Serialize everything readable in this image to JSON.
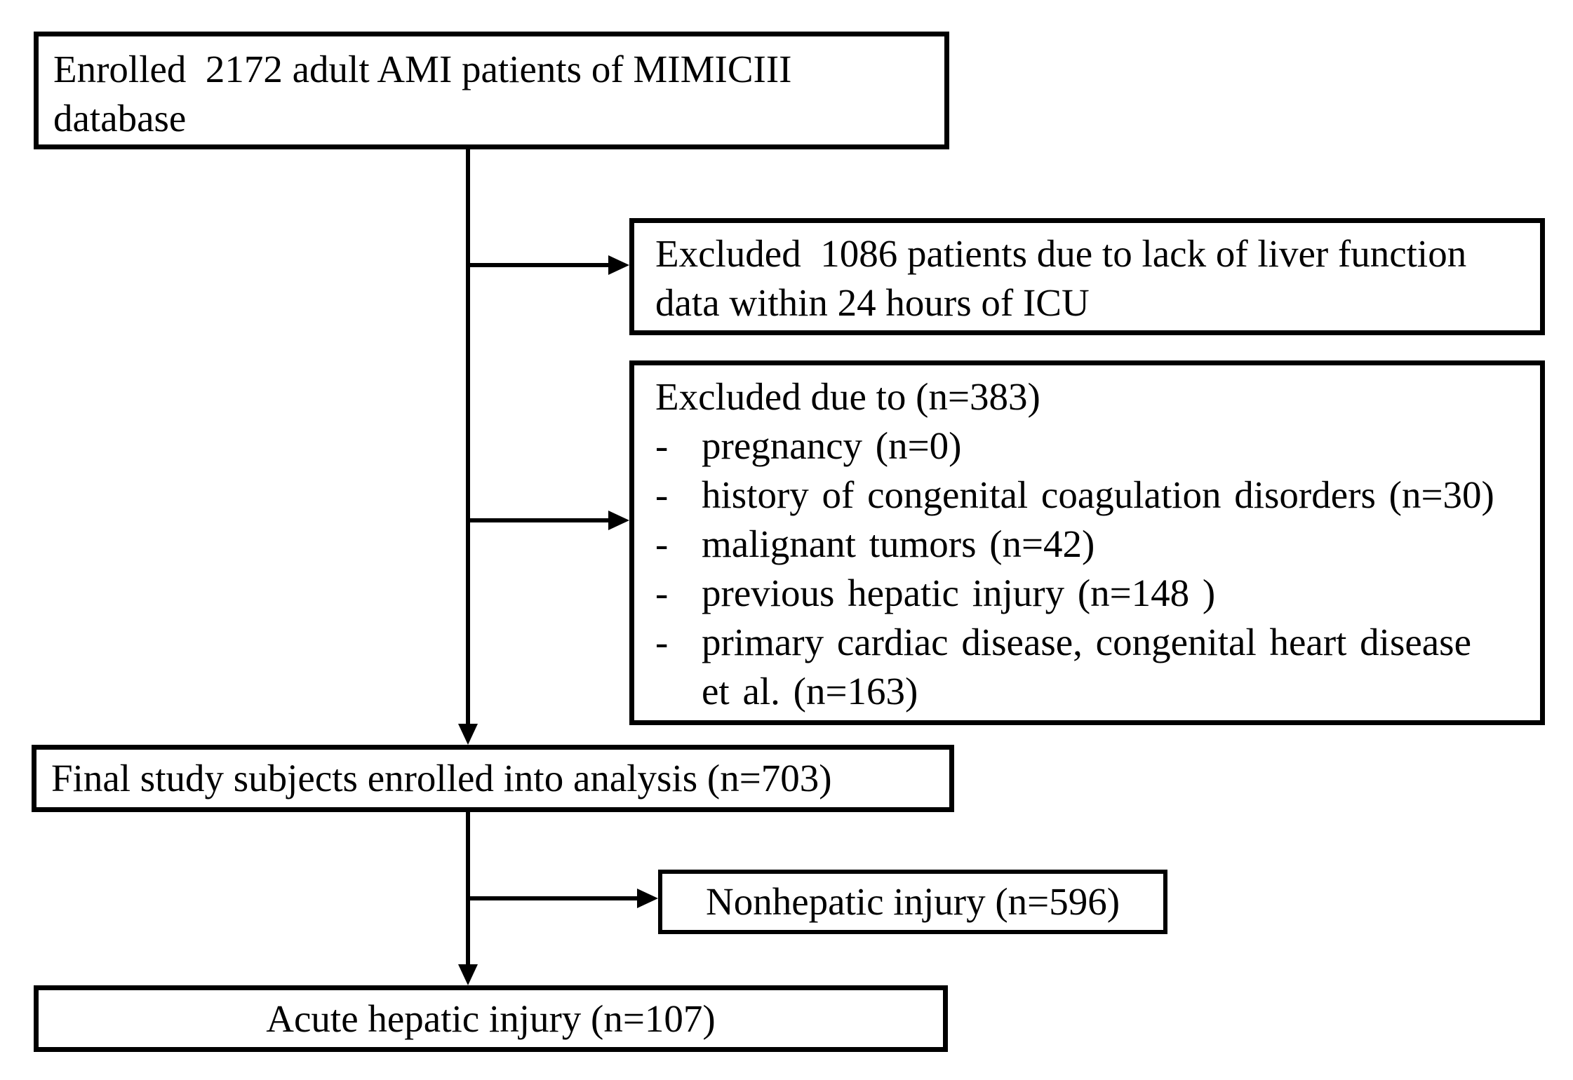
{
  "colors": {
    "ink": "#000000",
    "background": "#ffffff",
    "box_fill": "#ffffff"
  },
  "flowchart": {
    "enrolled": {
      "text": "Enrolled  2172 adult AMI patients of MIMICIII\ndatabase"
    },
    "excluded_liver": {
      "text": "Excluded  1086 patients due to lack of liver function\ndata within 24 hours of ICU"
    },
    "excluded_other": {
      "header": "Excluded due to (n=383)",
      "bullet": "-",
      "items": [
        "pregnancy (n=0)",
        "history of congenital coagulation disorders (n=30)",
        "malignant tumors (n=42)",
        "previous hepatic injury (n=148 )",
        "primary cardiac disease, congenital heart disease\net al. (n=163)"
      ]
    },
    "final_enrolled": {
      "text": "Final study subjects enrolled into analysis (n=703)"
    },
    "nonhepatic": {
      "text": "Nonhepatic injury (n=596)"
    },
    "acute": {
      "text": "Acute hepatic injury (n=107)"
    }
  }
}
